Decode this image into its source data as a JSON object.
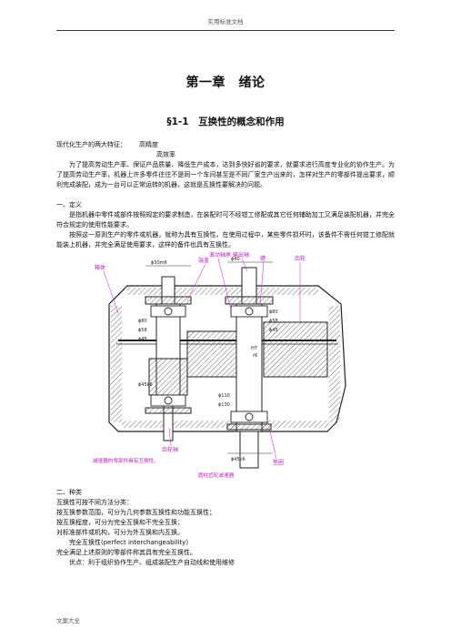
{
  "header": {
    "text": "实用标准文档"
  },
  "footer": {
    "text": "文案大全"
  },
  "chapter_title": "第一章　绪论",
  "section_title": "§1-1　互换性的概念和作用",
  "intro": {
    "label": "现代化生产的两大特征：",
    "feature1": "高精度",
    "feature2": "高效率"
  },
  "paragraph1": "为了提高劳动生产率、保证产品质量、降低生产成本，达到多快好省的要求，就要求进行高度专业化的协作生产。为了提高劳动生产率，机器上许多零件往往不是同一个车间甚至是不同厂家生产出来的，怎样对生产的零部件提出要求，顺利完成装配，成为一台可以正常运转的机器，这就是互换性要解决的问题。",
  "definition": {
    "heading": "一、定义",
    "p1": "是指机器中零件或部件按照规定的要求制造，在装配时可不经钳工修配或其它任何辅助加工又满足装配机器，并完全符合规定的使用性能要求。",
    "p2": "按照这一原则生产的零件或机器，就称为具有互换性，在使用过程中，某些零件损坏时，该备件不需任何钳工修配就能装上机器，并完全满足使用要求，这样的备件也具有互换性。"
  },
  "figure": {
    "labels": {
      "box": "箱体",
      "end_cap": "端盖",
      "rolling_bearing": "滚动轴承",
      "output_shaft": "输出轴",
      "key": "键",
      "gear": "齿轮",
      "gear_shaft": "齿轮轴",
      "shim": "垫圈"
    },
    "dims": {
      "d1": "ϕ30m6",
      "d2": "ϕ80",
      "d3": "ϕ58",
      "d4": "ϕ45",
      "d5": "ϕ45k6",
      "d6": "ϕ80",
      "d7": "ϕ40",
      "d8": "ϕ58",
      "d9": "ϕ45",
      "d10": "ϕ110",
      "d11": "ϕ45k6",
      "d12": "ϕ130",
      "d13": "H7",
      "d14": "r6"
    },
    "note": "减速器的零部件具有互换性。",
    "caption": "圆柱齿轮减速器",
    "colors": {
      "label": "#c020c0",
      "line": "#222222",
      "hatch": "#444444"
    }
  },
  "kinds": {
    "heading": "二、种类",
    "l1": "互换性可按不同方法分类：",
    "l2": "按互换参数范围，可分为几何参数互换性和功能互换性；",
    "l3": "按互换程度，可分为完全互换和不完全互换；",
    "l4": "对标准部件或机构，可分为外互换和内互换。",
    "l5": "完全互换性(perfect interchangeability)",
    "l6": "完全满足上述原则的零部件称其具有完全互换性。",
    "l7": "优点：利于组织协作生产、组成装配生产自动线和使用维修"
  }
}
